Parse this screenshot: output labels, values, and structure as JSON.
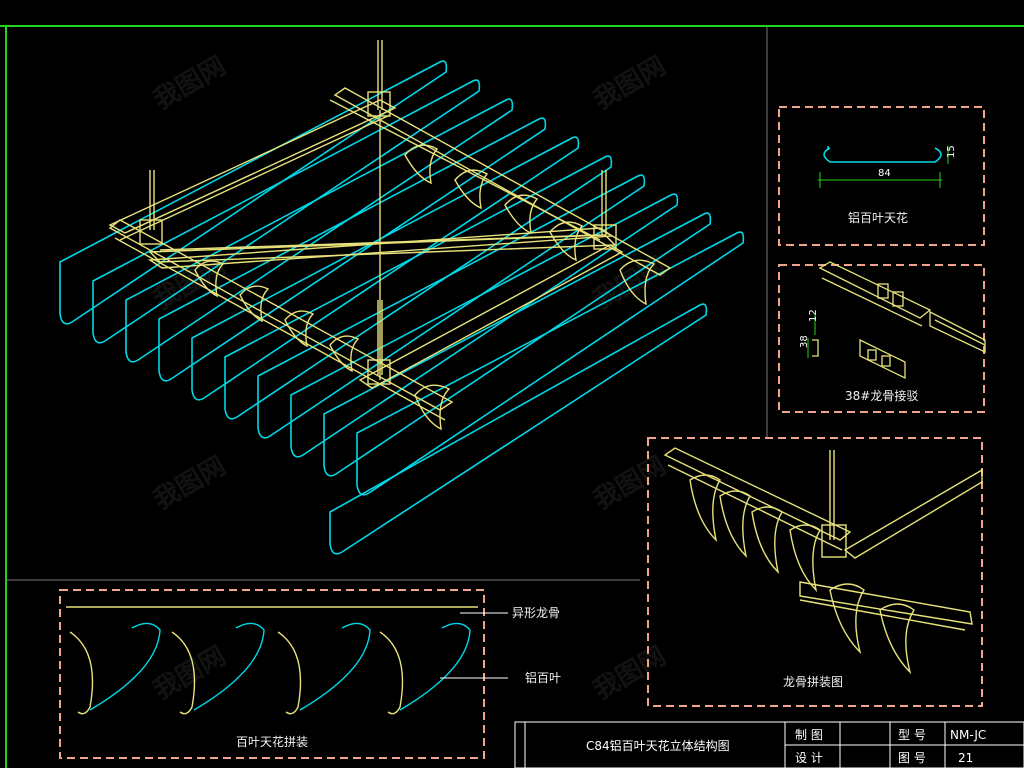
{
  "detail_aluminum_ceiling": {
    "label": "铝百叶天花",
    "dim_width": "84",
    "dim_height": "15"
  },
  "detail_keel_splice": {
    "label": "38#龙骨接驳",
    "dim_height": "38",
    "dim_flange": "12"
  },
  "detail_assembly": {
    "label": "百叶天花拼装",
    "callout_keel": "异形龙骨",
    "callout_blade": "铝百叶"
  },
  "detail_keel_assembly": {
    "label": "龙骨拼装图"
  },
  "title_block": {
    "drawing_title": "C84铝百叶天花立体结构图",
    "drawn_label": "制 图",
    "design_label": "设 计",
    "model_label": "型 号",
    "model_value": "NM-JC",
    "drawing_no_label": "图 号",
    "drawing_no_value": "21"
  },
  "watermark_text": "我图网",
  "colors": {
    "frame": "#22d41c",
    "blade": "#00d8e8",
    "keel": "#e8e27a",
    "dashed_box": "#f0a58a",
    "text": "#ffffff"
  }
}
